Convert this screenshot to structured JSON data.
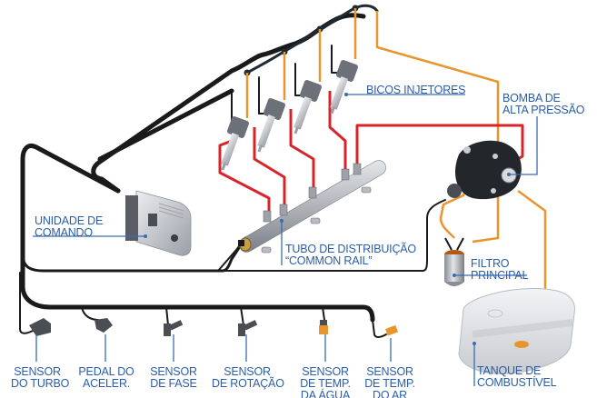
{
  "colors": {
    "label": "#2a5ea8",
    "leader": "#3a6cb0",
    "wire": "#1a1a1a",
    "high_pressure": "#d8232a",
    "low_pressure": "#e8952e",
    "metal": "#b8bcc2"
  },
  "components": {
    "injectors": {
      "lines": [
        "BICOS INJETORES"
      ]
    },
    "pump": {
      "lines": [
        "BOMBA DE",
        "ALTA PRESSÃO"
      ]
    },
    "ecu": {
      "lines": [
        "UNIDADE DE",
        "COMANDO"
      ]
    },
    "rail": {
      "lines": [
        "TUBO DE DISTRIBUIÇÃO",
        "“COMMON RAIL”"
      ]
    },
    "filter": {
      "lines": [
        "FILTRO",
        "PRINCIPAL"
      ]
    },
    "tank": {
      "lines": [
        "TANQUE DE",
        "COMBUSTÍVEL"
      ]
    }
  },
  "sensors": [
    {
      "lines": [
        "SENSOR",
        "DO TURBO"
      ]
    },
    {
      "lines": [
        "PEDAL DO",
        "ACELER."
      ]
    },
    {
      "lines": [
        "SENSOR",
        "DE FASE"
      ]
    },
    {
      "lines": [
        "SENSOR",
        "DE ROTAÇÃO"
      ]
    },
    {
      "lines": [
        "SENSOR",
        "DE TEMP.",
        "DA ÁGUA"
      ]
    },
    {
      "lines": [
        "SENSOR",
        "DE TEMP.",
        "DO AR"
      ]
    }
  ]
}
